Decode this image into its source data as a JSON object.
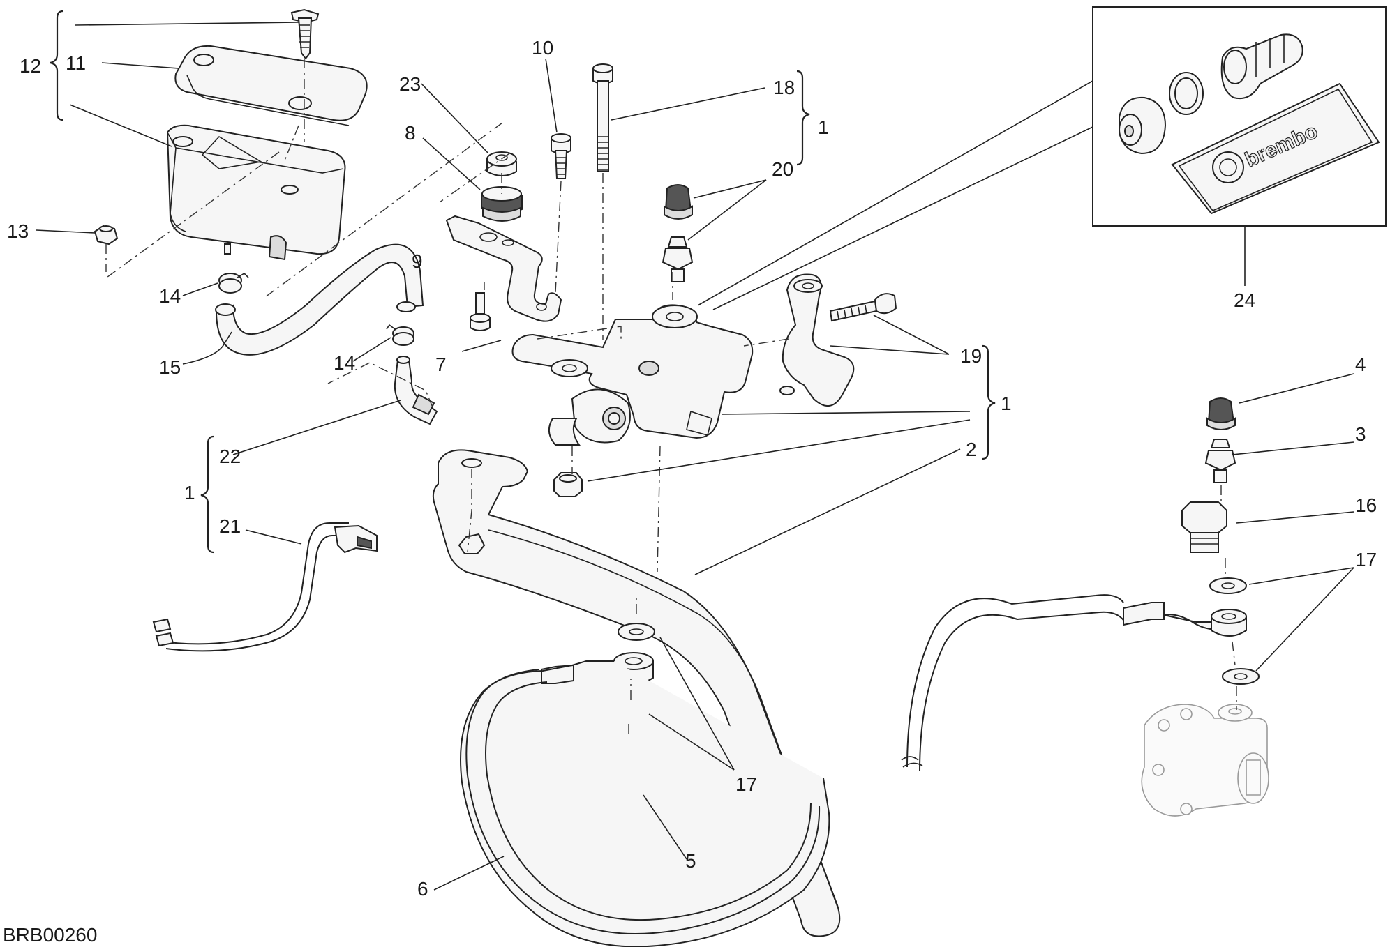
{
  "drawing_code": "BRB00260",
  "brand_mark": "brembo",
  "callouts": {
    "n1": "1",
    "n2": "2",
    "n3": "3",
    "n4": "4",
    "n5": "5",
    "n6": "6",
    "n7": "7",
    "n8": "8",
    "n9": "9",
    "n10": "10",
    "n11": "11",
    "n12": "12",
    "n13": "13",
    "n14": "14",
    "n15": "15",
    "n16": "16",
    "n17": "17",
    "n18": "18",
    "n19": "19",
    "n20": "20",
    "n21": "21",
    "n22": "22",
    "n23": "23",
    "n24": "24"
  }
}
